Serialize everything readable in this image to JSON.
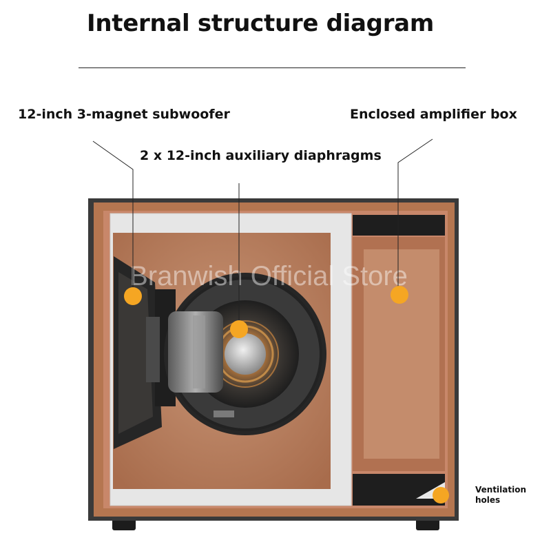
{
  "title": "Internal structure diagram",
  "watermark": "Branwish Official Store",
  "labels": {
    "subwoofer": "12-inch 3-magnet subwoofer",
    "diaphragms": "2 x 12-inch auxiliary diaphragms",
    "amplifier": "Enclosed amplifier box",
    "ventilation_line1": "Ventilation",
    "ventilation_line2": "holes"
  },
  "colors": {
    "marker": "#f5a623",
    "wood_panel": "#b97a54",
    "cabinet_edge": "#3a3a3a",
    "insulation": "#e8e8e8",
    "inner_wood": "#c08a68"
  }
}
